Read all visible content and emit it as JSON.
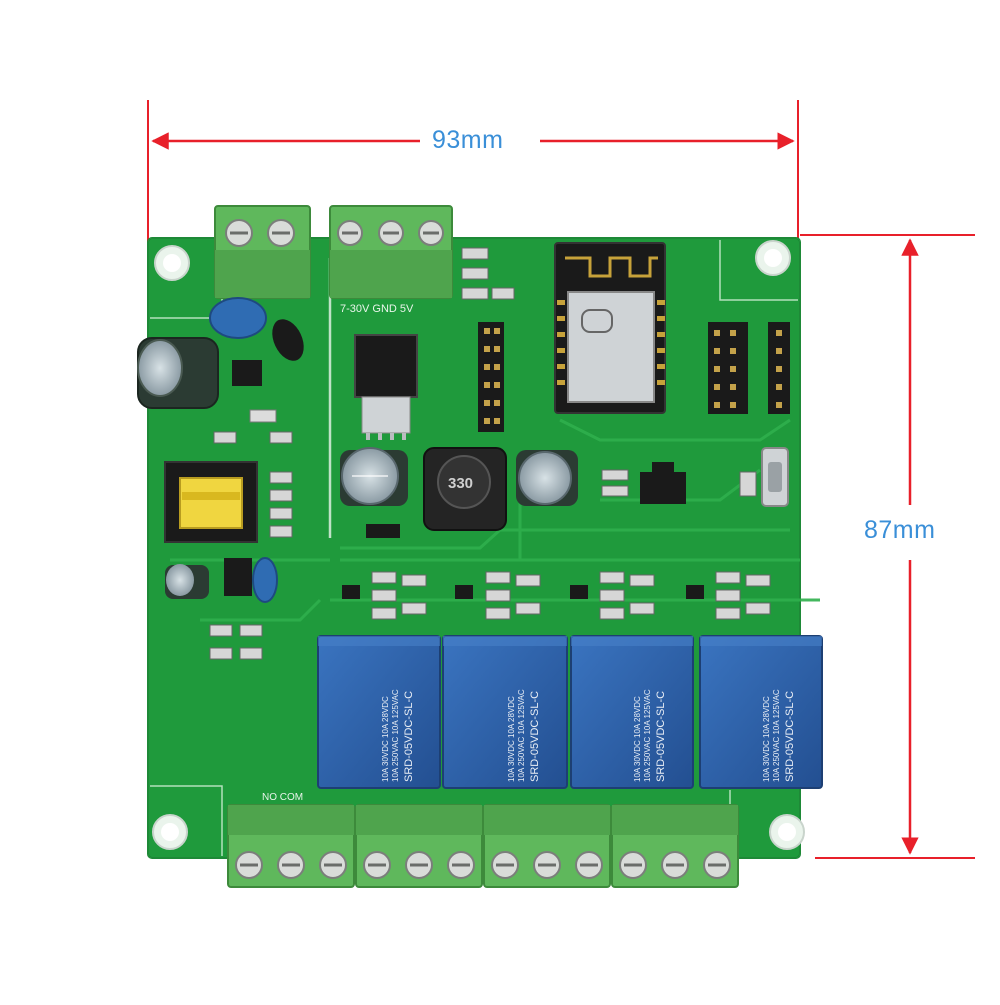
{
  "dimensions": {
    "width_label": "93mm",
    "height_label": "87mm"
  },
  "board": {
    "color": "#1f9a3c",
    "relay_count": 4,
    "relays": [
      {
        "line1": "SRD-05VDC-SL-C",
        "line2": "10A 250VAC  10A 125VAC",
        "line3": "10A 30VDC   10A 28VDC"
      },
      {
        "line1": "SRD-05VDC-SL-C",
        "line2": "10A 250VAC  10A 125VAC",
        "line3": "10A 30VDC   10A 28VDC"
      },
      {
        "line1": "SRD-05VDC-SL-C",
        "line2": "10A 250VAC  10A 125VAC",
        "line3": "10A 30VDC   10A 28VDC"
      },
      {
        "line1": "SRD-05VDC-SL-C",
        "line2": "10A 250VAC  10A 125VAC",
        "line3": "10A 30VDC   10A 28VDC"
      }
    ],
    "silkscreen": {
      "power_input": "7-30V GND 5V",
      "output_terminals": "NO COM",
      "inductor": "330"
    }
  },
  "colors": {
    "dimension_line": "#e8202a",
    "dimension_text": "#3a8fd8",
    "pcb": "#1f9a3c",
    "relay": "#2a5ea8",
    "terminal": "#5fb85c"
  },
  "icons": {
    "wifi_module": "esp8266-module-icon"
  }
}
